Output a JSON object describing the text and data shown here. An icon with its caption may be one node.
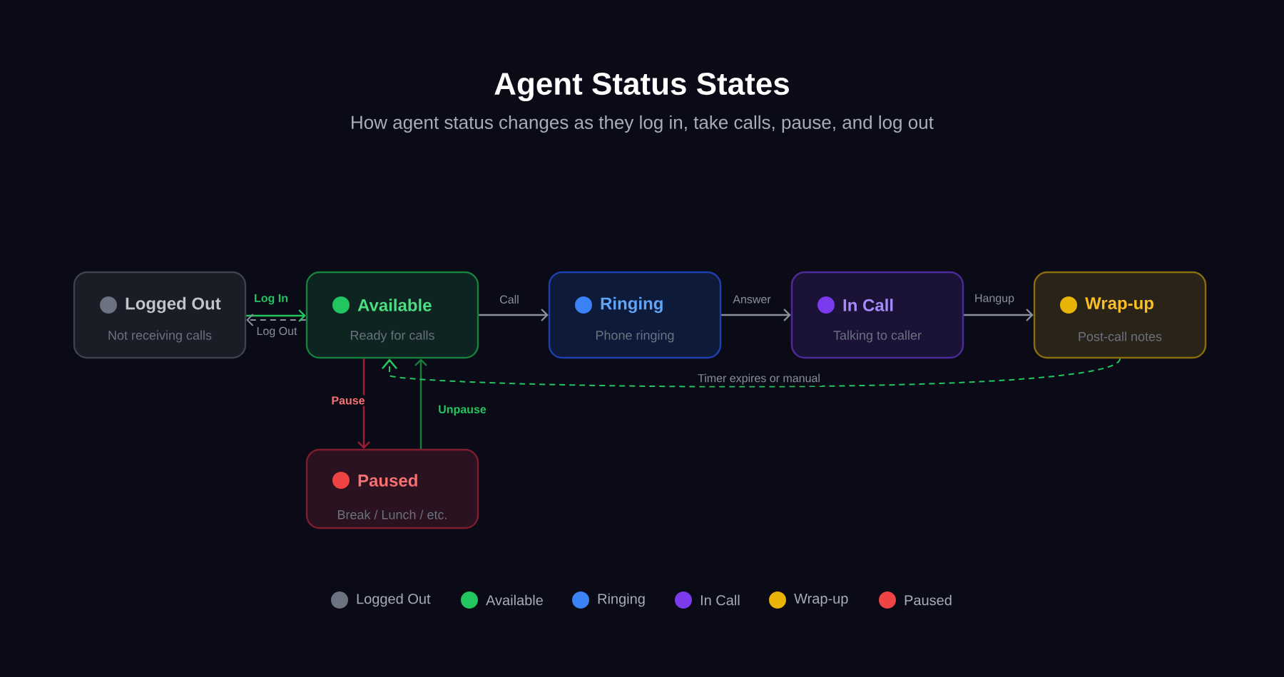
{
  "diagram": {
    "title": "Agent Status States",
    "caption": "How agent status changes as they log in, take calls, pause, and log out",
    "nodes": [
      {
        "text": [
          "Logged Out",
          "Not receiving calls"
        ]
      },
      {
        "text": [
          "Available",
          "Ready for calls"
        ]
      },
      {
        "text": [
          "Ringing",
          "Phone ringing"
        ]
      },
      {
        "text": [
          "In Call",
          "Talking to caller"
        ]
      },
      {
        "text": [
          "Wrap-up",
          "Post-call notes"
        ]
      },
      {
        "text": [
          "Paused",
          "Break / Lunch / etc."
        ]
      }
    ],
    "edges": [
      {
        "from": 0,
        "to": 1,
        "arrow": "to",
        "label": "Log In",
        "color": "#22c55e"
      },
      {
        "from": 1,
        "to": 0,
        "arrow": "to",
        "label": "Log Out",
        "style": "dashed"
      },
      {
        "from": 1,
        "to": 2,
        "arrow": "to",
        "label": "Call"
      },
      {
        "from": 2,
        "to": 3,
        "arrow": "to",
        "label": "Answer"
      },
      {
        "from": 3,
        "to": 4,
        "arrow": "to",
        "label": "Hangup"
      },
      {
        "from": 1,
        "to": 5,
        "arrow": "to",
        "label": "Pause",
        "color": "#9f1d35"
      },
      {
        "from": 5,
        "to": 1,
        "arrow": "to",
        "label": "Unpause",
        "color": "#15803d"
      },
      {
        "from": 4,
        "to": 1,
        "arrow": "to",
        "label": "Timer expires or manual",
        "style": "dashed",
        "color": "#22c55e"
      }
    ],
    "legend": [
      {
        "text": "Logged Out",
        "color": "#6b7280"
      },
      {
        "text": "Available",
        "color": "#22c55e"
      },
      {
        "text": "Ringing",
        "color": "#3b82f6"
      },
      {
        "text": "In Call",
        "color": "#7c3aed"
      },
      {
        "text": "Wrap-up",
        "color": "#eab308"
      },
      {
        "text": "Paused",
        "color": "#ef4444"
      }
    ]
  }
}
